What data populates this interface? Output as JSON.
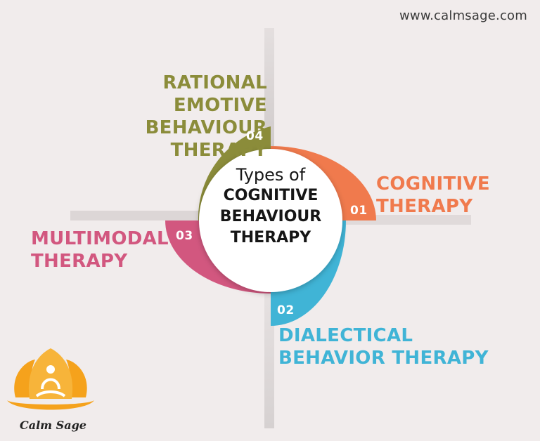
{
  "website": "www.calmsage.com",
  "center": {
    "line1": "Types of",
    "line2": "COGNITIVE",
    "line3": "BEHAVIOUR",
    "line4": "THERAPY"
  },
  "segments": [
    {
      "number": "01",
      "title_line1": "COGNITIVE",
      "title_line2": "THERAPY",
      "color": "#f07a4d"
    },
    {
      "number": "02",
      "title_line1": "DIALECTICAL",
      "title_line2": "BEHAVIOR THERAPY",
      "color": "#40b4d6"
    },
    {
      "number": "03",
      "title_line1": "MULTIMODAL",
      "title_line2": "THERAPY",
      "color": "#d2577f"
    },
    {
      "number": "04",
      "title_line1": "RATIONAL EMOTIVE",
      "title_line2": "BEHAVIOUR THERAPY",
      "color": "#8b8c3a"
    }
  ],
  "logo": {
    "brand_name": "Calm Sage",
    "color": "#f5a21c",
    "icon": "lotus-meditation-icon"
  }
}
